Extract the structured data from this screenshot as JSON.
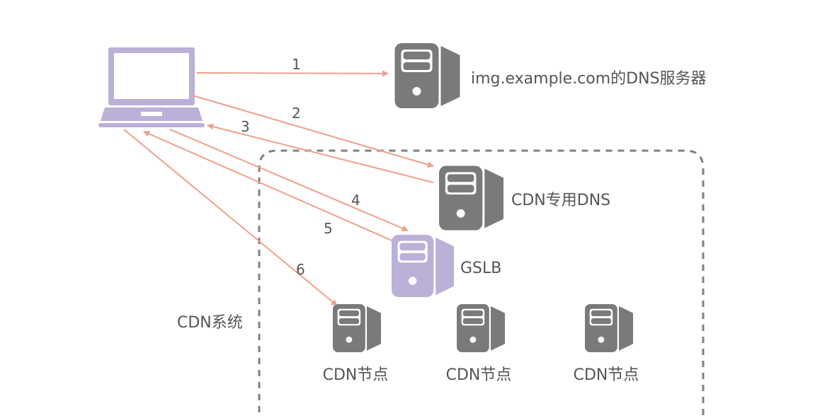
{
  "colors": {
    "client": "#bbb0d8",
    "server": "#7a7a7a",
    "gslb": "#bbb0d8",
    "arrow": "#eea08a",
    "boundary": "#808080"
  },
  "client": {
    "icon": "laptop-icon"
  },
  "servers": {
    "dns": {
      "label": "img.example.com的DNS服务器",
      "icon": "server-icon"
    },
    "cdn_dns": {
      "label": "CDN专用DNS",
      "icon": "server-icon"
    },
    "gslb": {
      "label": "GSLB",
      "icon": "server-icon"
    },
    "nodes": [
      {
        "label": "CDN节点"
      },
      {
        "label": "CDN节点"
      },
      {
        "label": "CDN节点"
      }
    ]
  },
  "system": {
    "label": "CDN系统"
  },
  "steps": [
    "1",
    "2",
    "3",
    "4",
    "5",
    "6"
  ]
}
